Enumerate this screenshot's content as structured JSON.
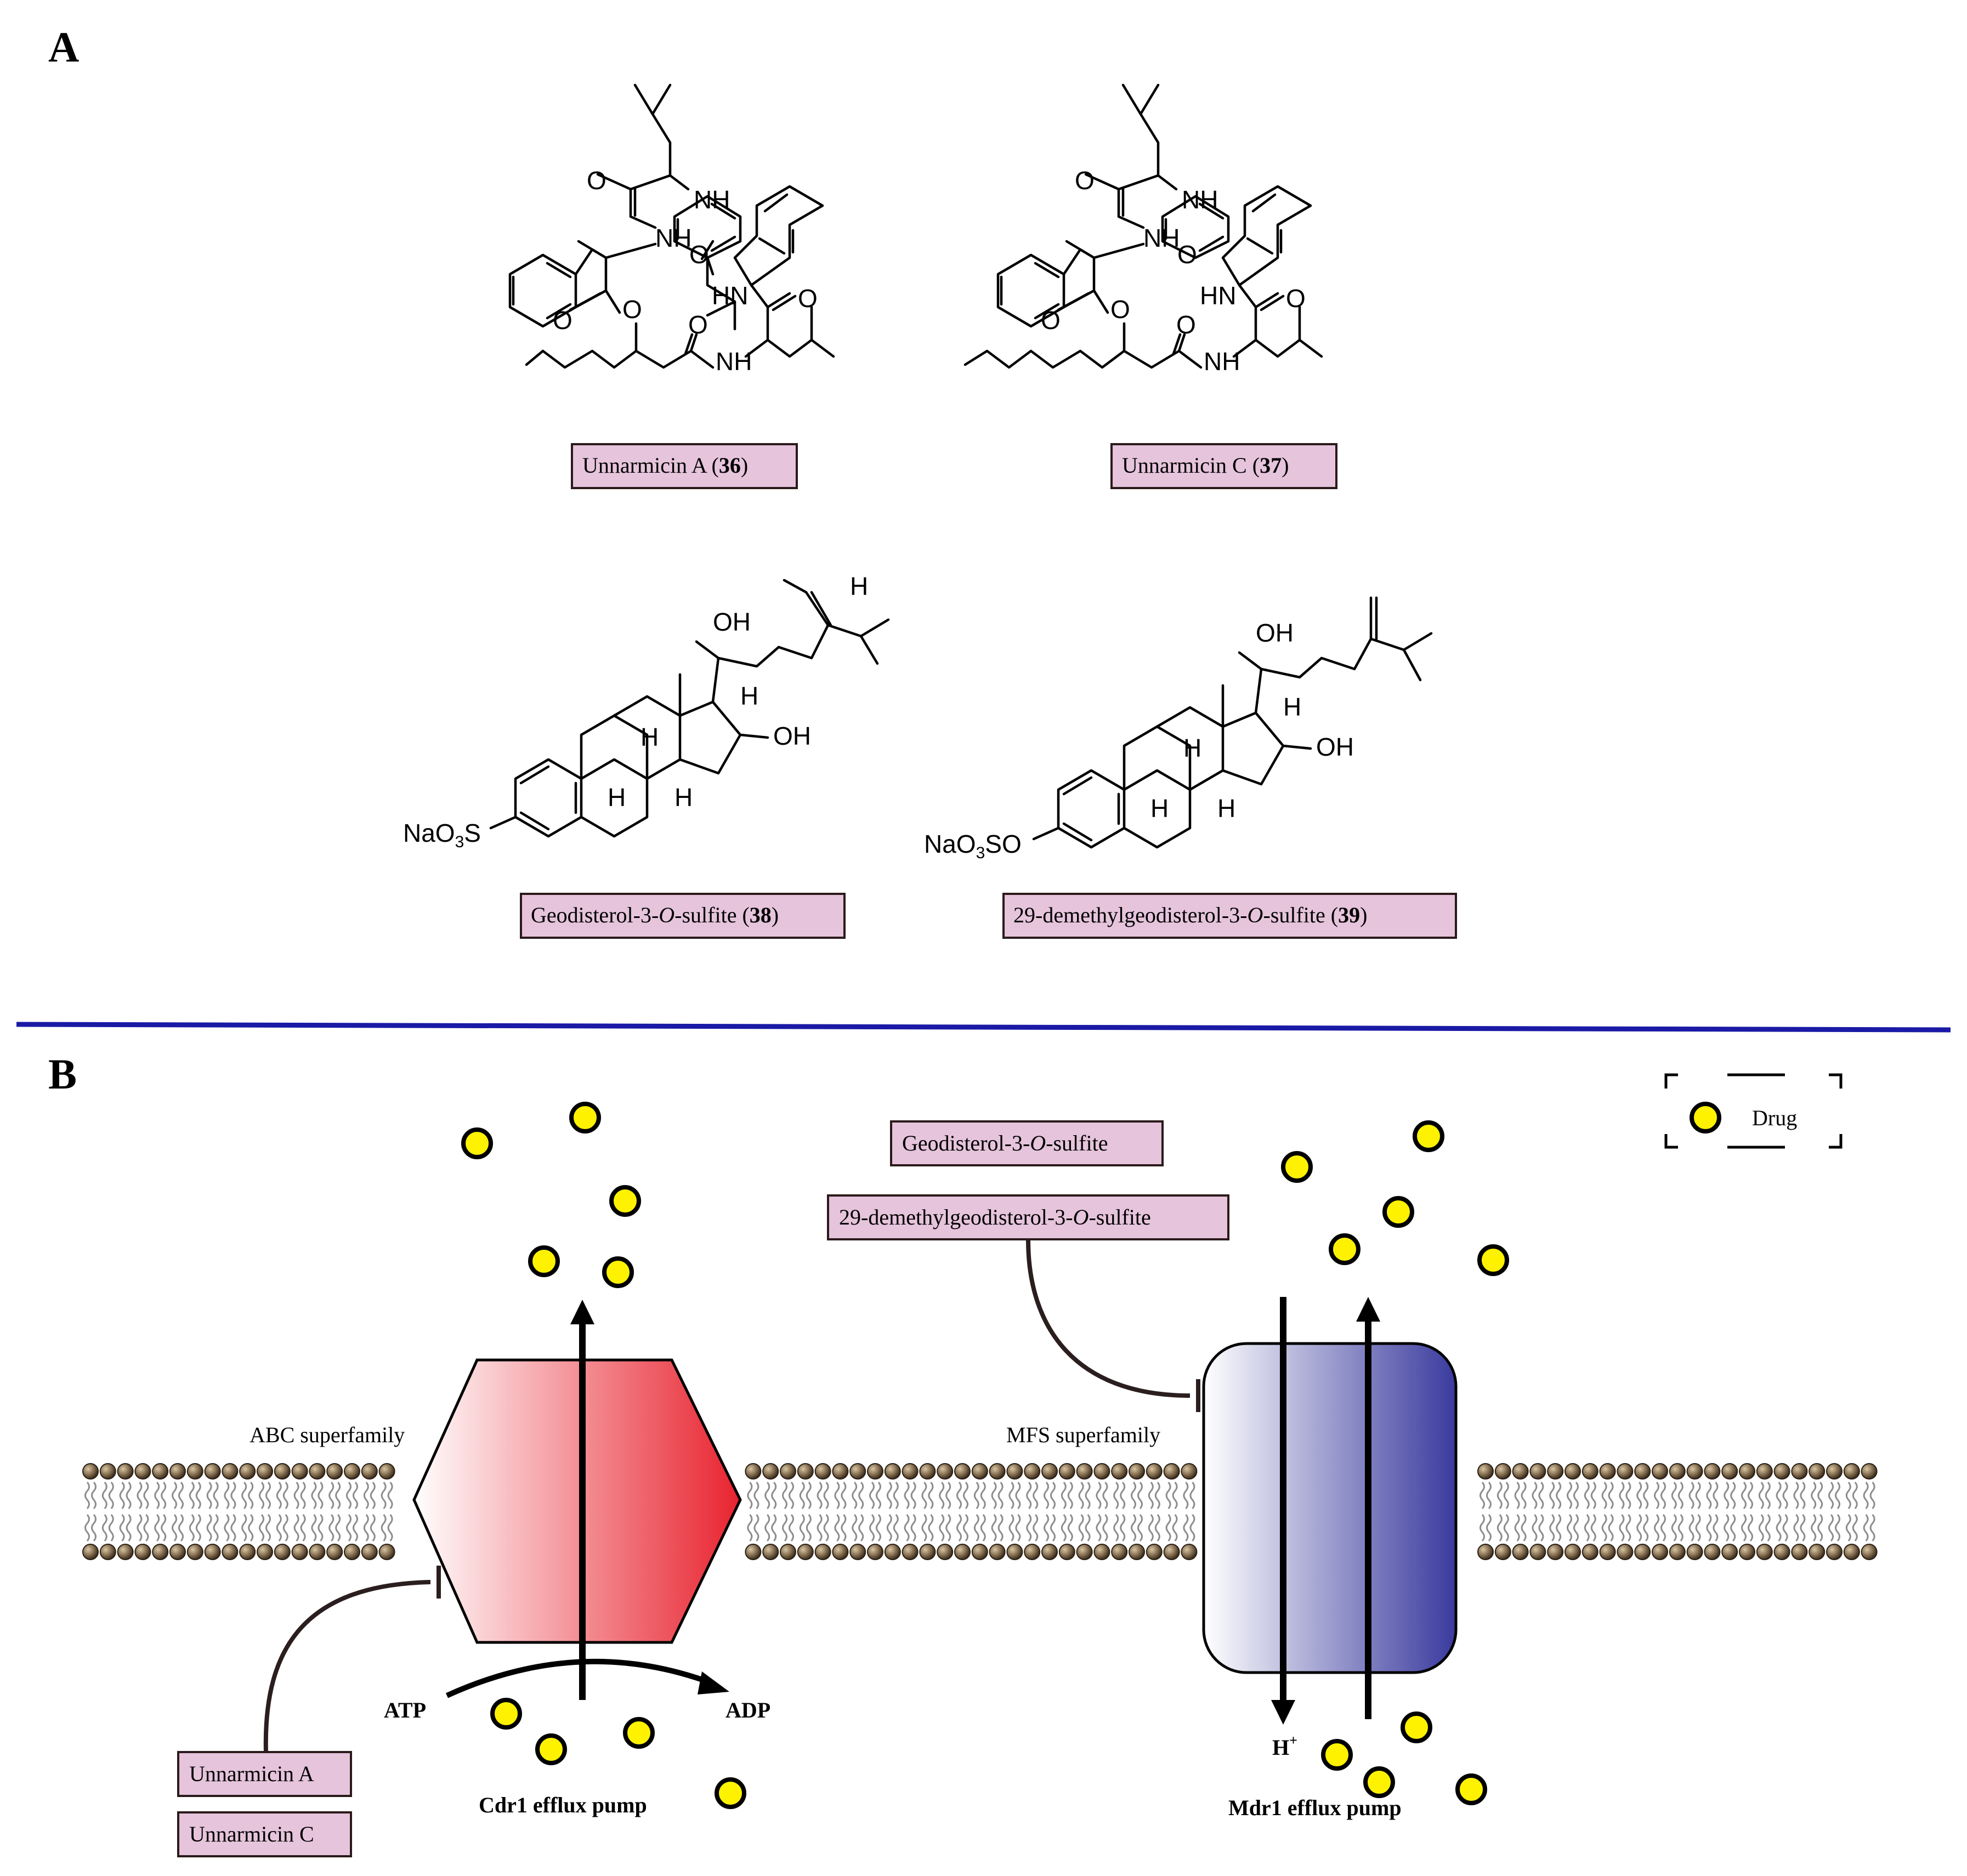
{
  "panels": {
    "a": "A",
    "b": "B"
  },
  "compounds": [
    {
      "name": "Unnarmicin A (",
      "num": "36",
      "close": ")"
    },
    {
      "name": "Unnarmicin C (",
      "num": "37",
      "close": ")"
    },
    {
      "name": "Geodisterol-3-",
      "ital": "O",
      "rest": "-sulfite (",
      "num": "38",
      "close": ")"
    },
    {
      "name": "29-demethylgeodisterol-3-",
      "ital": "O",
      "rest": "-sulfite (",
      "num": "39",
      "close": ")"
    }
  ],
  "atoms": {
    "NH": "NH",
    "HN": "HN",
    "H": "H",
    "O": "O",
    "OH": "OH",
    "NaO3S": {
      "pre": "NaO",
      "sub": "3",
      "post": "S"
    },
    "NaO3SO": {
      "pre": "NaO",
      "sub": "3",
      "post": "SO"
    }
  },
  "membrane": {
    "abc_label": "ABC superfamily",
    "mfs_label": "MFS superfamily"
  },
  "cdr1": {
    "name": "Cdr1 efflux pump",
    "atp": "ATP",
    "adp": "ADP",
    "gradient_from": "#ffffff",
    "gradient_to": "#e8232f"
  },
  "mdr1": {
    "name": "Mdr1 efflux pump",
    "proton": "H",
    "proton_charge": "+",
    "gradient_from": "#ffffff",
    "gradient_to": "#3a3a9e"
  },
  "inhibitors_left": [
    "Unnarmicin A",
    "Unnarmicin C"
  ],
  "inhibitors_right": [
    {
      "pre": "Geodisterol-3-",
      "ital": "O",
      "post": "-sulfite"
    },
    {
      "pre": "29-demethylgeodisterol-3-",
      "ital": "O",
      "post": "-sulfite"
    }
  ],
  "legend": {
    "label": "Drug"
  },
  "colors": {
    "divider": "#1a1aa6",
    "drug": "#fff200",
    "lipid_head": "#8a7355",
    "box_fill": "#e6c4dc"
  }
}
